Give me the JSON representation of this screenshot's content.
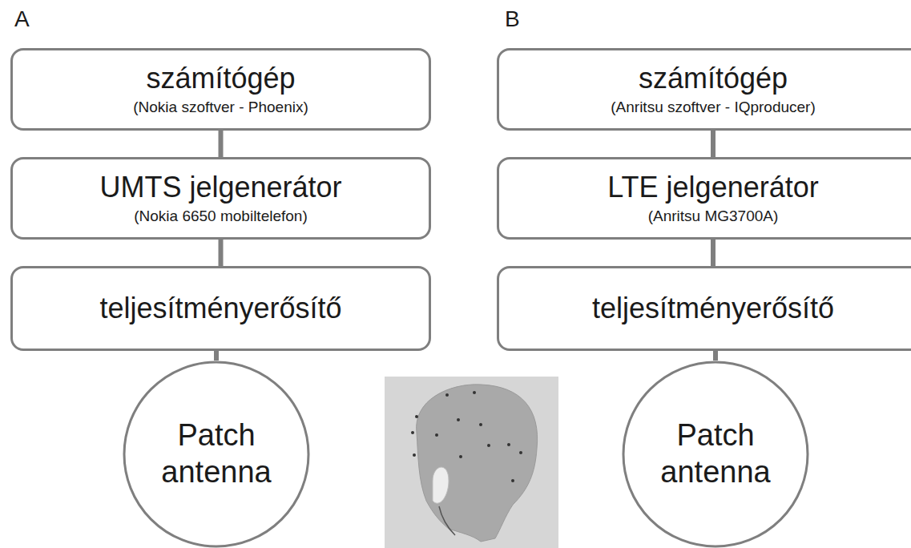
{
  "diagram": {
    "nodes": [
      {
        "text": [
          "számítógép",
          "(Nokia szoftver - Phoenix)"
        ]
      },
      {
        "text": [
          "UMTS jelgenerátor",
          "(Nokia 6650 mobiltelefon)"
        ]
      },
      {
        "text": [
          "teljesítményerősítő"
        ]
      },
      {
        "text": [
          "Patch antenna"
        ]
      },
      {
        "text": [
          "számítógép",
          "(Anritsu szoftver - IQproducer)"
        ]
      },
      {
        "text": [
          "LTE jelgenerátor",
          "(Anritsu MG3700A)"
        ]
      },
      {
        "text": [
          "teljesítményerősítő"
        ]
      },
      {
        "text": [
          "Patch antenna"
        ]
      }
    ],
    "edges": [
      {
        "from": 0,
        "to": 1,
        "arrow": "none"
      },
      {
        "from": 1,
        "to": 2,
        "arrow": "none"
      },
      {
        "from": 2,
        "to": 3,
        "arrow": "none"
      },
      {
        "from": 4,
        "to": 5,
        "arrow": "none"
      },
      {
        "from": 5,
        "to": 6,
        "arrow": "none"
      },
      {
        "from": 6,
        "to": 7,
        "arrow": "none"
      }
    ],
    "labels": [
      "A",
      "B"
    ]
  }
}
